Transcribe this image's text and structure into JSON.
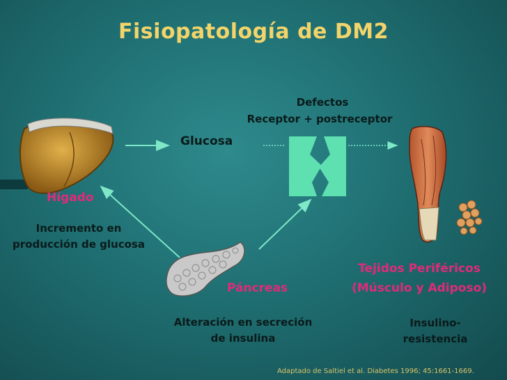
{
  "slide": {
    "title": "Fisiopatología de DM2",
    "defects_line1": "Defectos",
    "defects_line2": "Receptor + postreceptor",
    "glucose": "Glucosa",
    "liver_label": "Hígado",
    "liver_desc_line1": "Incremento en",
    "liver_desc_line2": "producción de glucosa",
    "pancreas_label": "Páncreas",
    "pancreas_desc_line1": "Alteración en secreción",
    "pancreas_desc_line2": "de insulina",
    "tissue_label_line1": "Tejidos Periféricos",
    "tissue_label_line2": "(Músculo y Adiposo)",
    "tissue_desc_line1": "Insulino-",
    "tissue_desc_line2": "resistencia",
    "citation": "Adaptado de Saltiel et al. Diabetes 1996; 45:1661-1669."
  },
  "colors": {
    "title": "#f2d46a",
    "accent_label": "#e02a7a",
    "arrow": "#7fe8c8",
    "receptor": "#5ee0b0"
  },
  "icons": [
    "liver-icon",
    "pancreas-icon",
    "receptor-icon",
    "muscle-icon",
    "adipose-icon"
  ]
}
